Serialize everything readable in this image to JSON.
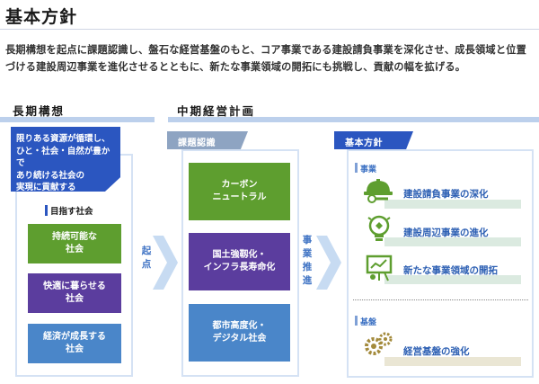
{
  "page_title": "基本方針",
  "intro_text": "長期構想を起点に課題認識し、盤石な経営基盤のもと、コア事業である建設請負事業を深化させ、成長領域と位置づける建設周辺事業を進化させるとともに、新たな事業領域の開拓にも挑戦し、貢献の幅を拡げる。",
  "long_term": {
    "heading": "長期構想",
    "vision_lines": [
      "限りある資源が循環し、",
      "ひと・社会・自然が豊かで",
      "あり続ける社会の",
      "実現に貢献する"
    ],
    "target_label": "目指す社会",
    "societies": [
      {
        "lines": [
          "持続可能な",
          "社会"
        ]
      },
      {
        "lines": [
          "快適に暮らせる",
          "社会"
        ]
      },
      {
        "lines": [
          "経済が成長する",
          "社会"
        ]
      }
    ]
  },
  "kiten": "起点",
  "mid_term": {
    "heading": "中期経営計画",
    "issues_tab": "課題認識",
    "issues": [
      {
        "lines": [
          "カーボン",
          "ニュートラル"
        ]
      },
      {
        "lines": [
          "国土強靱化・",
          "インフラ長寿命化"
        ]
      },
      {
        "lines": [
          "都市高度化・",
          "デジタル社会"
        ]
      }
    ]
  },
  "jigyo_suishin": "事業推進",
  "basic_policy": {
    "tab": "基本方針",
    "business_label": "事業",
    "strategies": [
      {
        "text": "建設請負事業の深化",
        "icon": "hardhat-wrench-icon"
      },
      {
        "text": "建設周辺事業の進化",
        "icon": "lightbulb-icon"
      },
      {
        "text": "新たな事業領域の開拓",
        "icon": "presentation-board-icon"
      }
    ],
    "foundation_label": "基盤",
    "foundation": {
      "text": "経営基盤の強化",
      "icon": "gears-icon"
    }
  },
  "colors": {
    "accent_blue": "#2b56c0",
    "issue_blue": "#5b9bd5",
    "vision_gray": "#8ea4c2",
    "green": "#5e9e2f",
    "purple": "#5b3d9e",
    "sky": "#4a86c9",
    "gold": "#a38a3b"
  }
}
